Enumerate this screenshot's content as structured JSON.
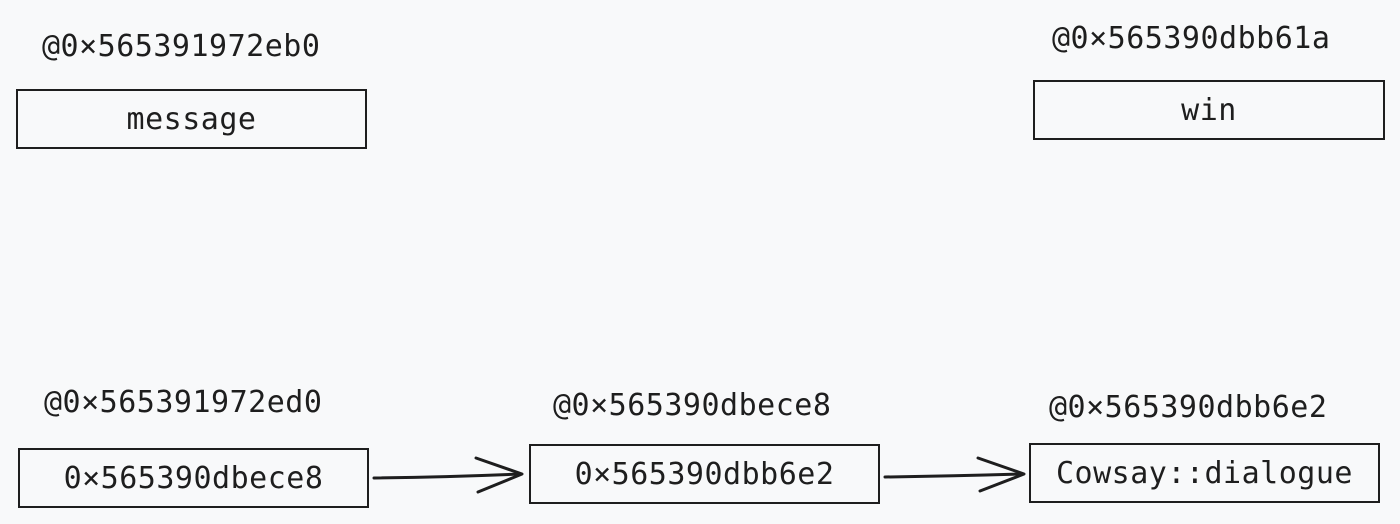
{
  "nodes": {
    "message": {
      "address": "@0×565391972eb0",
      "value": "message"
    },
    "win": {
      "address": "@0×565390dbb61a",
      "value": "win"
    },
    "ptr1": {
      "address": "@0×565391972ed0",
      "value": "0×565390dbece8"
    },
    "ptr2": {
      "address": "@0×565390dbece8",
      "value": "0×565390dbb6e2"
    },
    "dialogue": {
      "address": "@0×565390dbb6e2",
      "value": "Cowsay::dialogue"
    }
  },
  "edges": [
    {
      "from": "ptr1",
      "to": "ptr2"
    },
    {
      "from": "ptr2",
      "to": "dialogue"
    }
  ],
  "colors": {
    "background": "#f8f9fa",
    "stroke": "#1e1e1e"
  }
}
